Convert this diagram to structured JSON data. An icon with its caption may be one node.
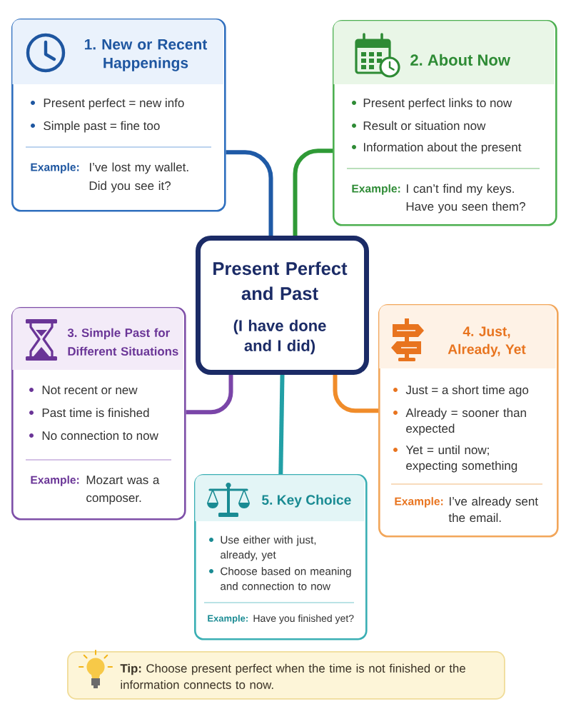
{
  "diagram": {
    "nodes": [
      {
        "text": [
          "Present Perfect and Past",
          "(I have done and I did)"
        ]
      },
      {
        "text": [
          "1. New or Recent Happenings",
          "Present perfect = new info",
          "Simple past = fine too",
          "Example:",
          "I’ve lost my wallet. Did you see it?"
        ]
      },
      {
        "text": [
          "2. About Now",
          "Present perfect links to now",
          "Result or situation now",
          "Information about the present",
          "Example:",
          "I can’t find my keys. Have you seen them?"
        ]
      },
      {
        "text": [
          "3. Simple Past for Different Situations",
          "Not recent or new",
          "Past time is finished",
          "No connection to now",
          "Example:",
          "Mozart was a composer."
        ]
      },
      {
        "text": [
          "4. Just, Already, Yet",
          "Just = a short time ago",
          "Already = sooner than expected",
          "Yet = until now; expecting something",
          "Example:",
          "I’ve already sent the email."
        ]
      },
      {
        "text": [
          "5. Key Choice",
          "Use either with just, already, yet",
          "Choose based on meaning and connection to now",
          "Example:",
          "Have you finished yet?"
        ]
      },
      {
        "text": [
          "**Tip:** Choose present perfect when the time is not finished or the information connects to now."
        ]
      }
    ],
    "edges": [
      {
        "from": 0,
        "to": 1,
        "arrow": "none",
        "color": "#1f5aa6"
      },
      {
        "from": 0,
        "to": 2,
        "arrow": "none",
        "color": "#2f9a36"
      },
      {
        "from": 0,
        "to": 3,
        "arrow": "none",
        "color": "#7a45a8"
      },
      {
        "from": 0,
        "to": 4,
        "arrow": "none",
        "color": "#f08c2a"
      },
      {
        "from": 0,
        "to": 5,
        "arrow": "none",
        "color": "#22a0a6"
      }
    ]
  }
}
